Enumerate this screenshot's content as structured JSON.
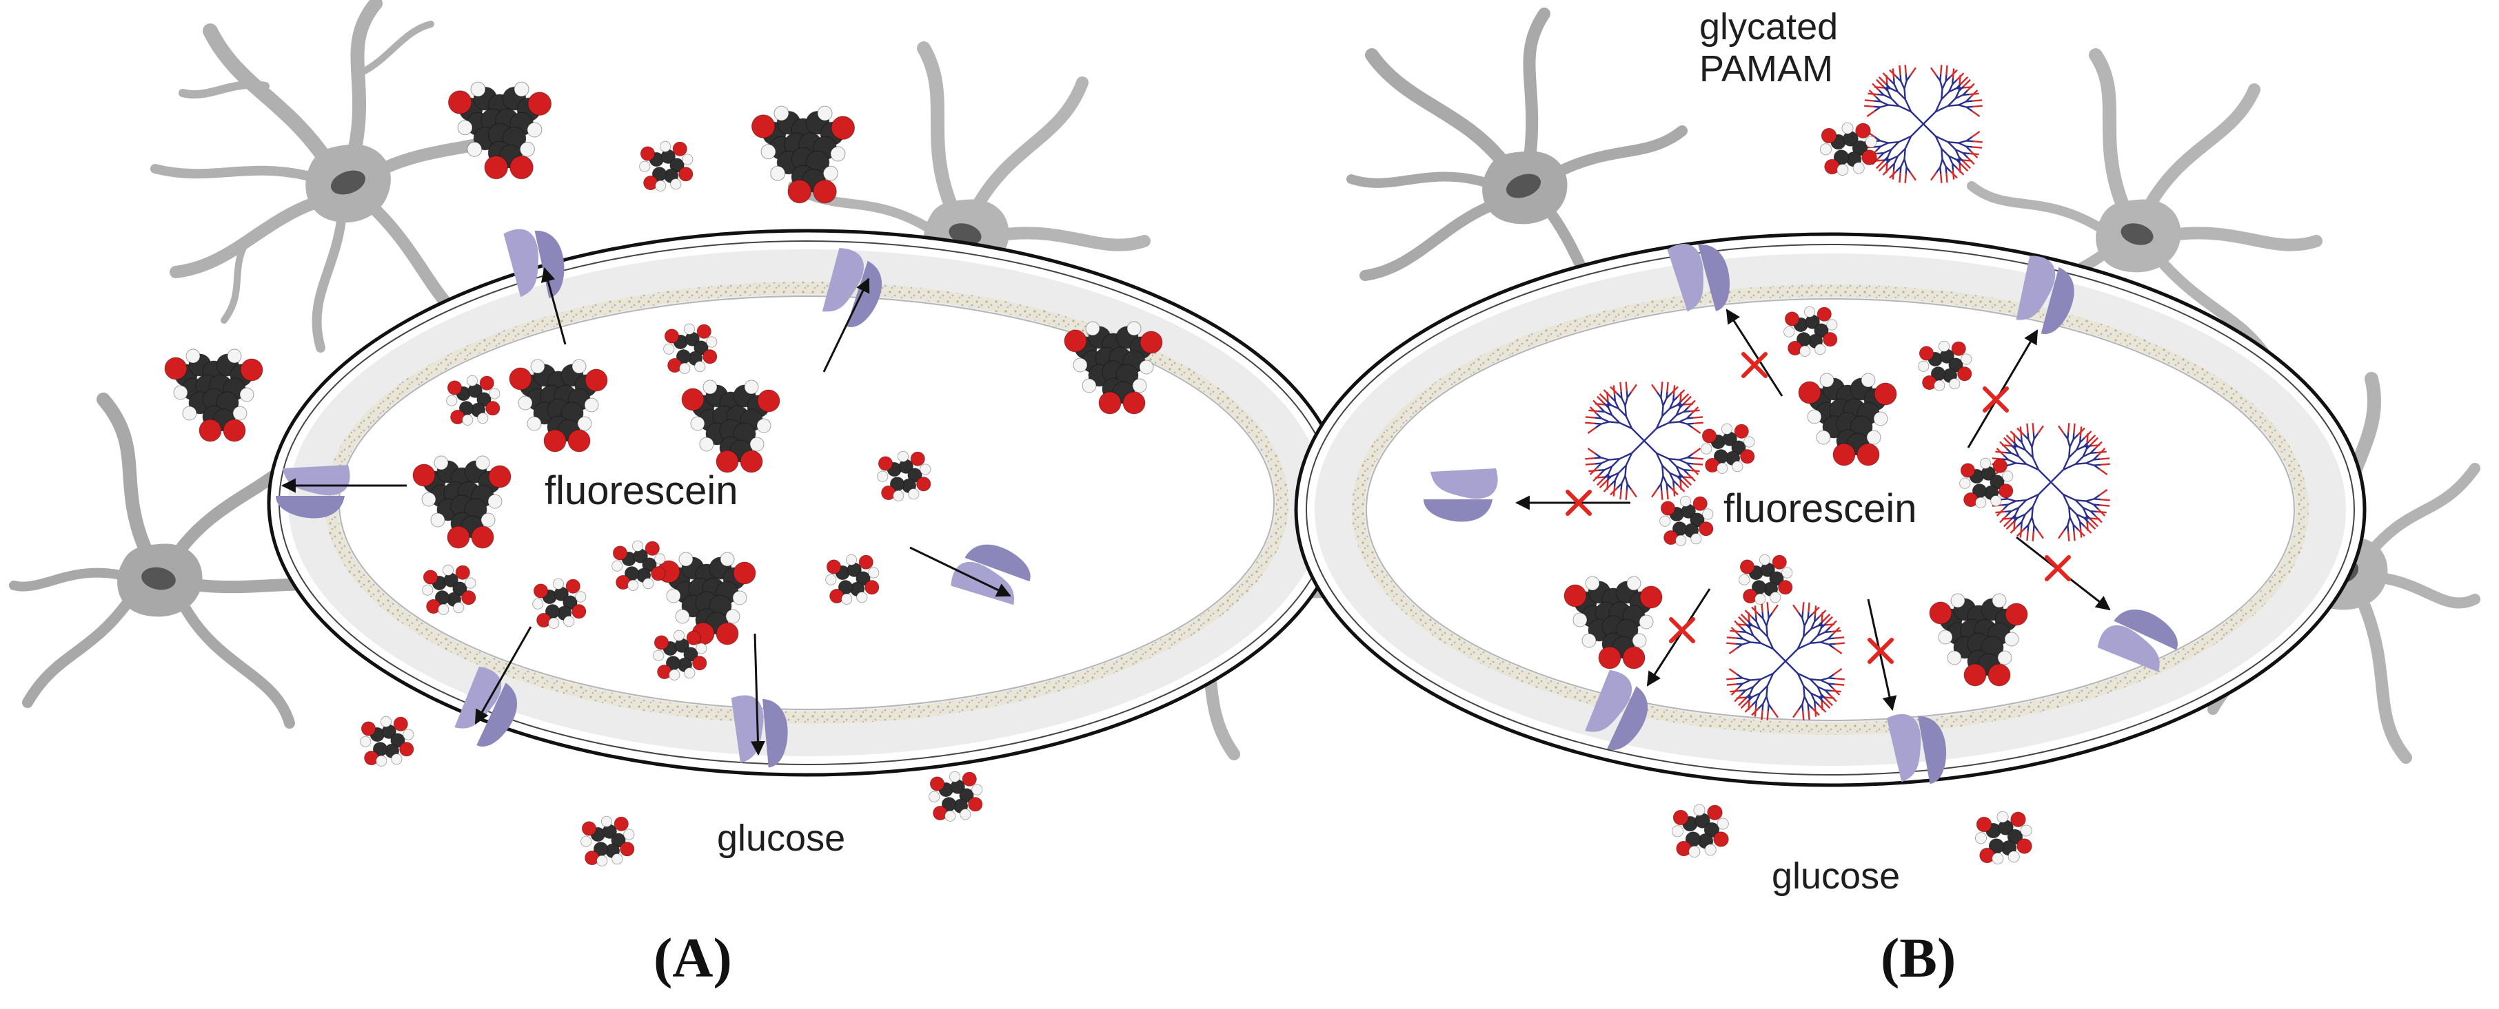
{
  "figure": {
    "panel_a": {
      "caption": "(A)",
      "labels": {
        "fluorescein": "fluorescein",
        "glucose": "glucose"
      }
    },
    "panel_b": {
      "caption": "(B)",
      "labels": {
        "glycated_line1": "glycated",
        "glycated_line2": "PAMAM",
        "fluorescein": "fluorescein",
        "glucose": "glucose"
      }
    }
  },
  "colors": {
    "astrocyte": "#a9a9a9",
    "astrocyte_nucleus": "#555555",
    "transporter": "#a7a2cf",
    "transporter_dark": "#8c87bb",
    "membrane_fill": "#ececec",
    "membrane_dots": "#c9c3a5",
    "atom_carbon": "#2f2f2f",
    "atom_oxygen": "#d21e1e",
    "atom_hydrogen": "#f4f4f4",
    "dendrimer_core": "#2a2f8c",
    "dendrimer_tip": "#d62a2a",
    "blocked_cross": "#e0261e",
    "arrow": "#111111"
  }
}
